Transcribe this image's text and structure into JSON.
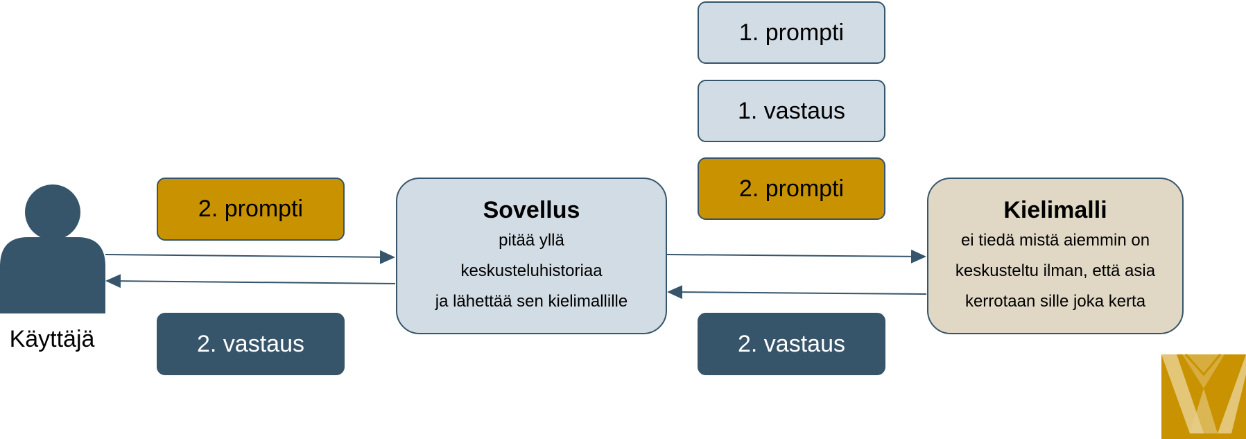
{
  "user": {
    "label": "Käyttäjä"
  },
  "app": {
    "title": "Sovellus",
    "lines": [
      "pitää yllä",
      "keskusteluhistoriaa",
      "ja lähettää sen kielimallille"
    ]
  },
  "model": {
    "title": "Kielimalli",
    "lines": [
      "ei tiedä mistä aiemmin on",
      "keskusteltu ilman, että asia",
      "kerrotaan sille joka kerta"
    ]
  },
  "left_prompt": "2. prompti",
  "left_response": "2. vastaus",
  "history": {
    "prompt1": "1. prompti",
    "response1": "1. vastaus",
    "prompt2": "2. prompti"
  },
  "right_response": "2. vastaus",
  "colors": {
    "dark": "#36546a",
    "light": "#d2dce4",
    "gold": "#c99200",
    "beige": "#e0d8c4",
    "logo_gold": "#c99200",
    "logo_light": "#e8cf8c"
  },
  "icons": {
    "user": "person-icon",
    "logo": "w-logo-icon"
  }
}
